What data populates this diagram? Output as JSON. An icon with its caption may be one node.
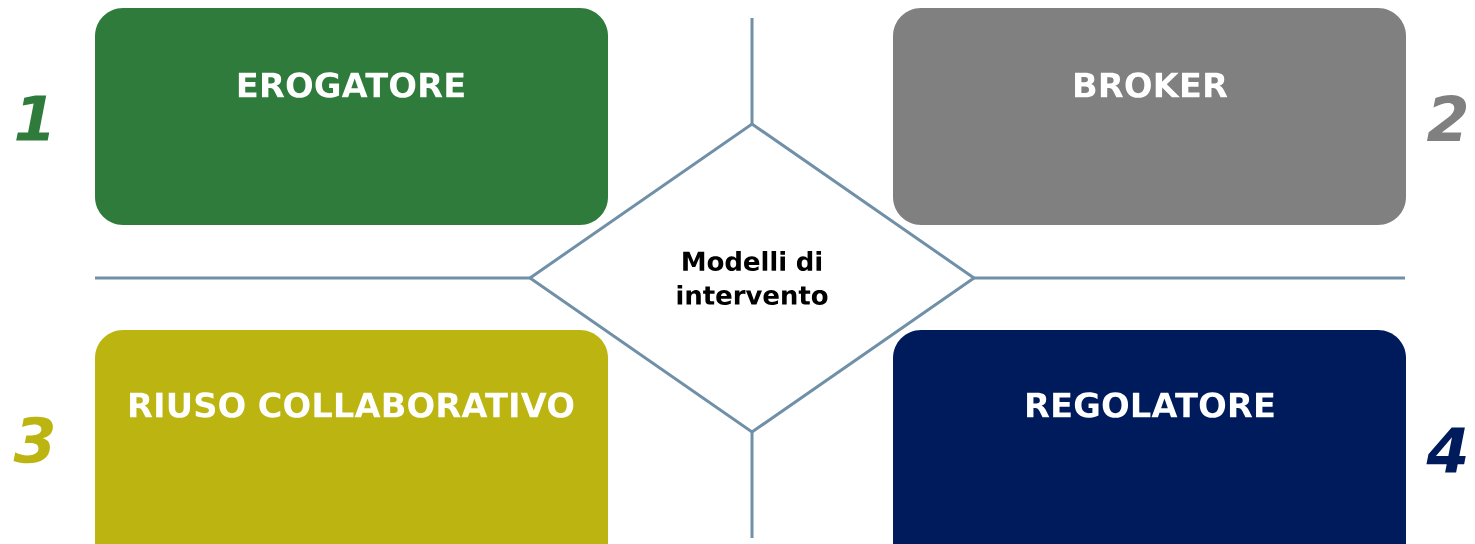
{
  "diagram": {
    "nodes": [
      {
        "text": [
          "EROGATORE"
        ],
        "beside": [
          "1"
        ]
      },
      {
        "text": [
          "BROKER"
        ],
        "beside": [
          "2"
        ]
      },
      {
        "text": [
          "Modelli di intervento"
        ]
      },
      {
        "text": [
          "RIUSO COLLABORATIVO"
        ],
        "beside": [
          "3"
        ]
      },
      {
        "text": [
          "REGOLATORE"
        ],
        "beside": [
          "4"
        ]
      }
    ]
  }
}
